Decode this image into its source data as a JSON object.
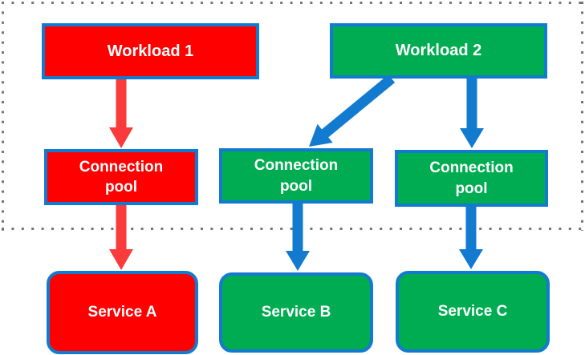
{
  "diagram": {
    "type": "flow-diagram",
    "description": "Workloads connect through connection pools to services; a dotted boundary encloses workloads and connection pools",
    "nodes": {
      "workload1": {
        "label": "Workload 1",
        "fill": "red"
      },
      "workload2": {
        "label": "Workload 2",
        "fill": "green"
      },
      "pool1": {
        "label": "Connection\npool",
        "fill": "red"
      },
      "pool2": {
        "label": "Connection\npool",
        "fill": "green"
      },
      "pool3": {
        "label": "Connection\npool",
        "fill": "green"
      },
      "serviceA": {
        "label": "Service A",
        "fill": "red"
      },
      "serviceB": {
        "label": "Service B",
        "fill": "green"
      },
      "serviceC": {
        "label": "Service C",
        "fill": "green"
      }
    },
    "edges": [
      {
        "from": "workload1",
        "to": "pool1",
        "color": "red",
        "direction": "down"
      },
      {
        "from": "workload2",
        "to": "pool2",
        "color": "blue",
        "direction": "down-left"
      },
      {
        "from": "workload2",
        "to": "pool3",
        "color": "blue",
        "direction": "down"
      },
      {
        "from": "pool1",
        "to": "serviceA",
        "color": "red",
        "direction": "down"
      },
      {
        "from": "pool2",
        "to": "serviceB",
        "color": "blue",
        "direction": "down"
      },
      {
        "from": "pool3",
        "to": "serviceC",
        "color": "blue",
        "direction": "down"
      }
    ],
    "colors": {
      "box_red": "#FE0000",
      "box_green": "#00AC52",
      "border_blue": "#127BD0",
      "arrow_blue": "#127BD0",
      "arrow_red": "#F93B3B",
      "dotted_boundary_gray": "#757575",
      "label_text": "#FFFFFF",
      "background": "#FFFFFF"
    }
  }
}
